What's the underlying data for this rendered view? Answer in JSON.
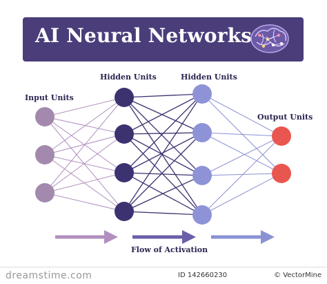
{
  "title": "AI Neural Networks",
  "labels": {
    "input": "Input Units",
    "hidden1": "Hidden Units",
    "hidden2": "Hidden Units",
    "output": "Output Units",
    "flow": "Flow of Activation"
  },
  "icons": {
    "brain": "brain-icon",
    "arrow": "arrow-right-icon"
  },
  "colors": {
    "banner": "#4a3d7a",
    "input": "#a389ad",
    "hidden1": "#3d3270",
    "hidden2": "#8d93d6",
    "output": "#e8564f",
    "edges_in": "#b28fbf",
    "edges_mid": "#3d3270",
    "edges_out": "#8a92d4"
  },
  "network": {
    "layers": [
      {
        "name": "input",
        "count": 3
      },
      {
        "name": "hidden1",
        "count": 4
      },
      {
        "name": "hidden2",
        "count": 4
      },
      {
        "name": "output",
        "count": 2
      }
    ]
  },
  "footer": {
    "brand": "dreamstime.com",
    "id": "ID 142660230",
    "author": "© VectorMine"
  }
}
